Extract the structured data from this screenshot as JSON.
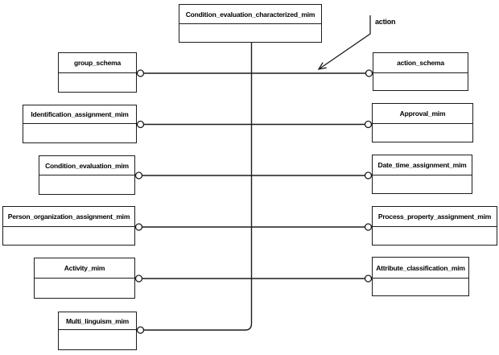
{
  "diagram": {
    "root": {
      "label": "Condition_evaluation_characterized_mim"
    },
    "annotation": {
      "label": "action"
    },
    "left": [
      {
        "label": "group_schema"
      },
      {
        "label": "Identification_assignment_mim"
      },
      {
        "label": "Condition_evaluation_mim"
      },
      {
        "label": "Person_organization_assignment_mim"
      },
      {
        "label": "Activity_mim"
      },
      {
        "label": "Multi_linguism_mim"
      }
    ],
    "right": [
      {
        "label": "action_schema"
      },
      {
        "label": "Approval_mim"
      },
      {
        "label": "Date_time_assignment_mim"
      },
      {
        "label": "Process_property_assignment_mim"
      },
      {
        "label": "Attribute_classification_mim"
      }
    ],
    "colors": {
      "line": "#1c1c1c",
      "background": "#ffffff",
      "text": "#000000"
    }
  }
}
